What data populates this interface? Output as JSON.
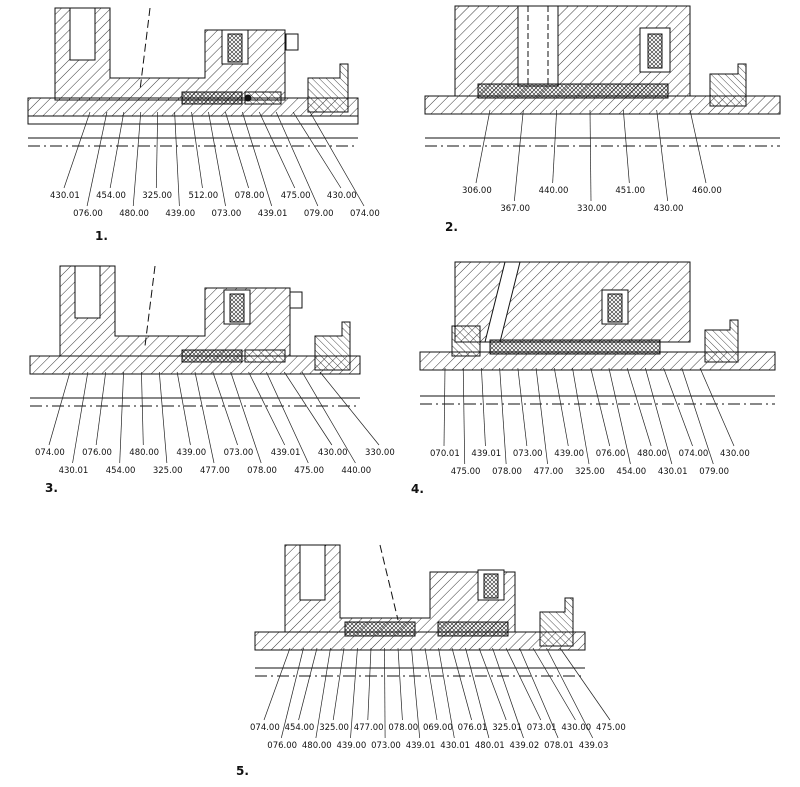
{
  "figures": [
    {
      "number": "1.",
      "labels": [
        "430.01",
        "076.00",
        "454.00",
        "480.00",
        "325.00",
        "439.00",
        "512.00",
        "073.00",
        "078.00",
        "439.01",
        "475.00",
        "079.00",
        "430.00",
        "074.00"
      ]
    },
    {
      "number": "2.",
      "labels": [
        "306.00",
        "367.00",
        "440.00",
        "330.00",
        "451.00",
        "430.00",
        "460.00"
      ]
    },
    {
      "number": "3.",
      "labels": [
        "074.00",
        "430.01",
        "076.00",
        "454.00",
        "480.00",
        "325.00",
        "439.00",
        "477.00",
        "073.00",
        "078.00",
        "439.01",
        "475.00",
        "430.00",
        "440.00",
        "330.00"
      ]
    },
    {
      "number": "4.",
      "labels": [
        "070.01",
        "475.00",
        "439.01",
        "078.00",
        "073.00",
        "477.00",
        "439.00",
        "325.00",
        "076.00",
        "454.00",
        "480.00",
        "430.01",
        "074.00",
        "079.00",
        "430.00"
      ]
    },
    {
      "number": "5.",
      "labels": [
        "074.00",
        "076.00",
        "454.00",
        "480.00",
        "325.00",
        "439.00",
        "477.00",
        "073.00",
        "078.00",
        "439.01",
        "069.00",
        "430.01",
        "076.01",
        "480.01",
        "325.01",
        "439.02",
        "073.01",
        "078.01",
        "430.00",
        "439.03",
        "475.00"
      ]
    }
  ]
}
